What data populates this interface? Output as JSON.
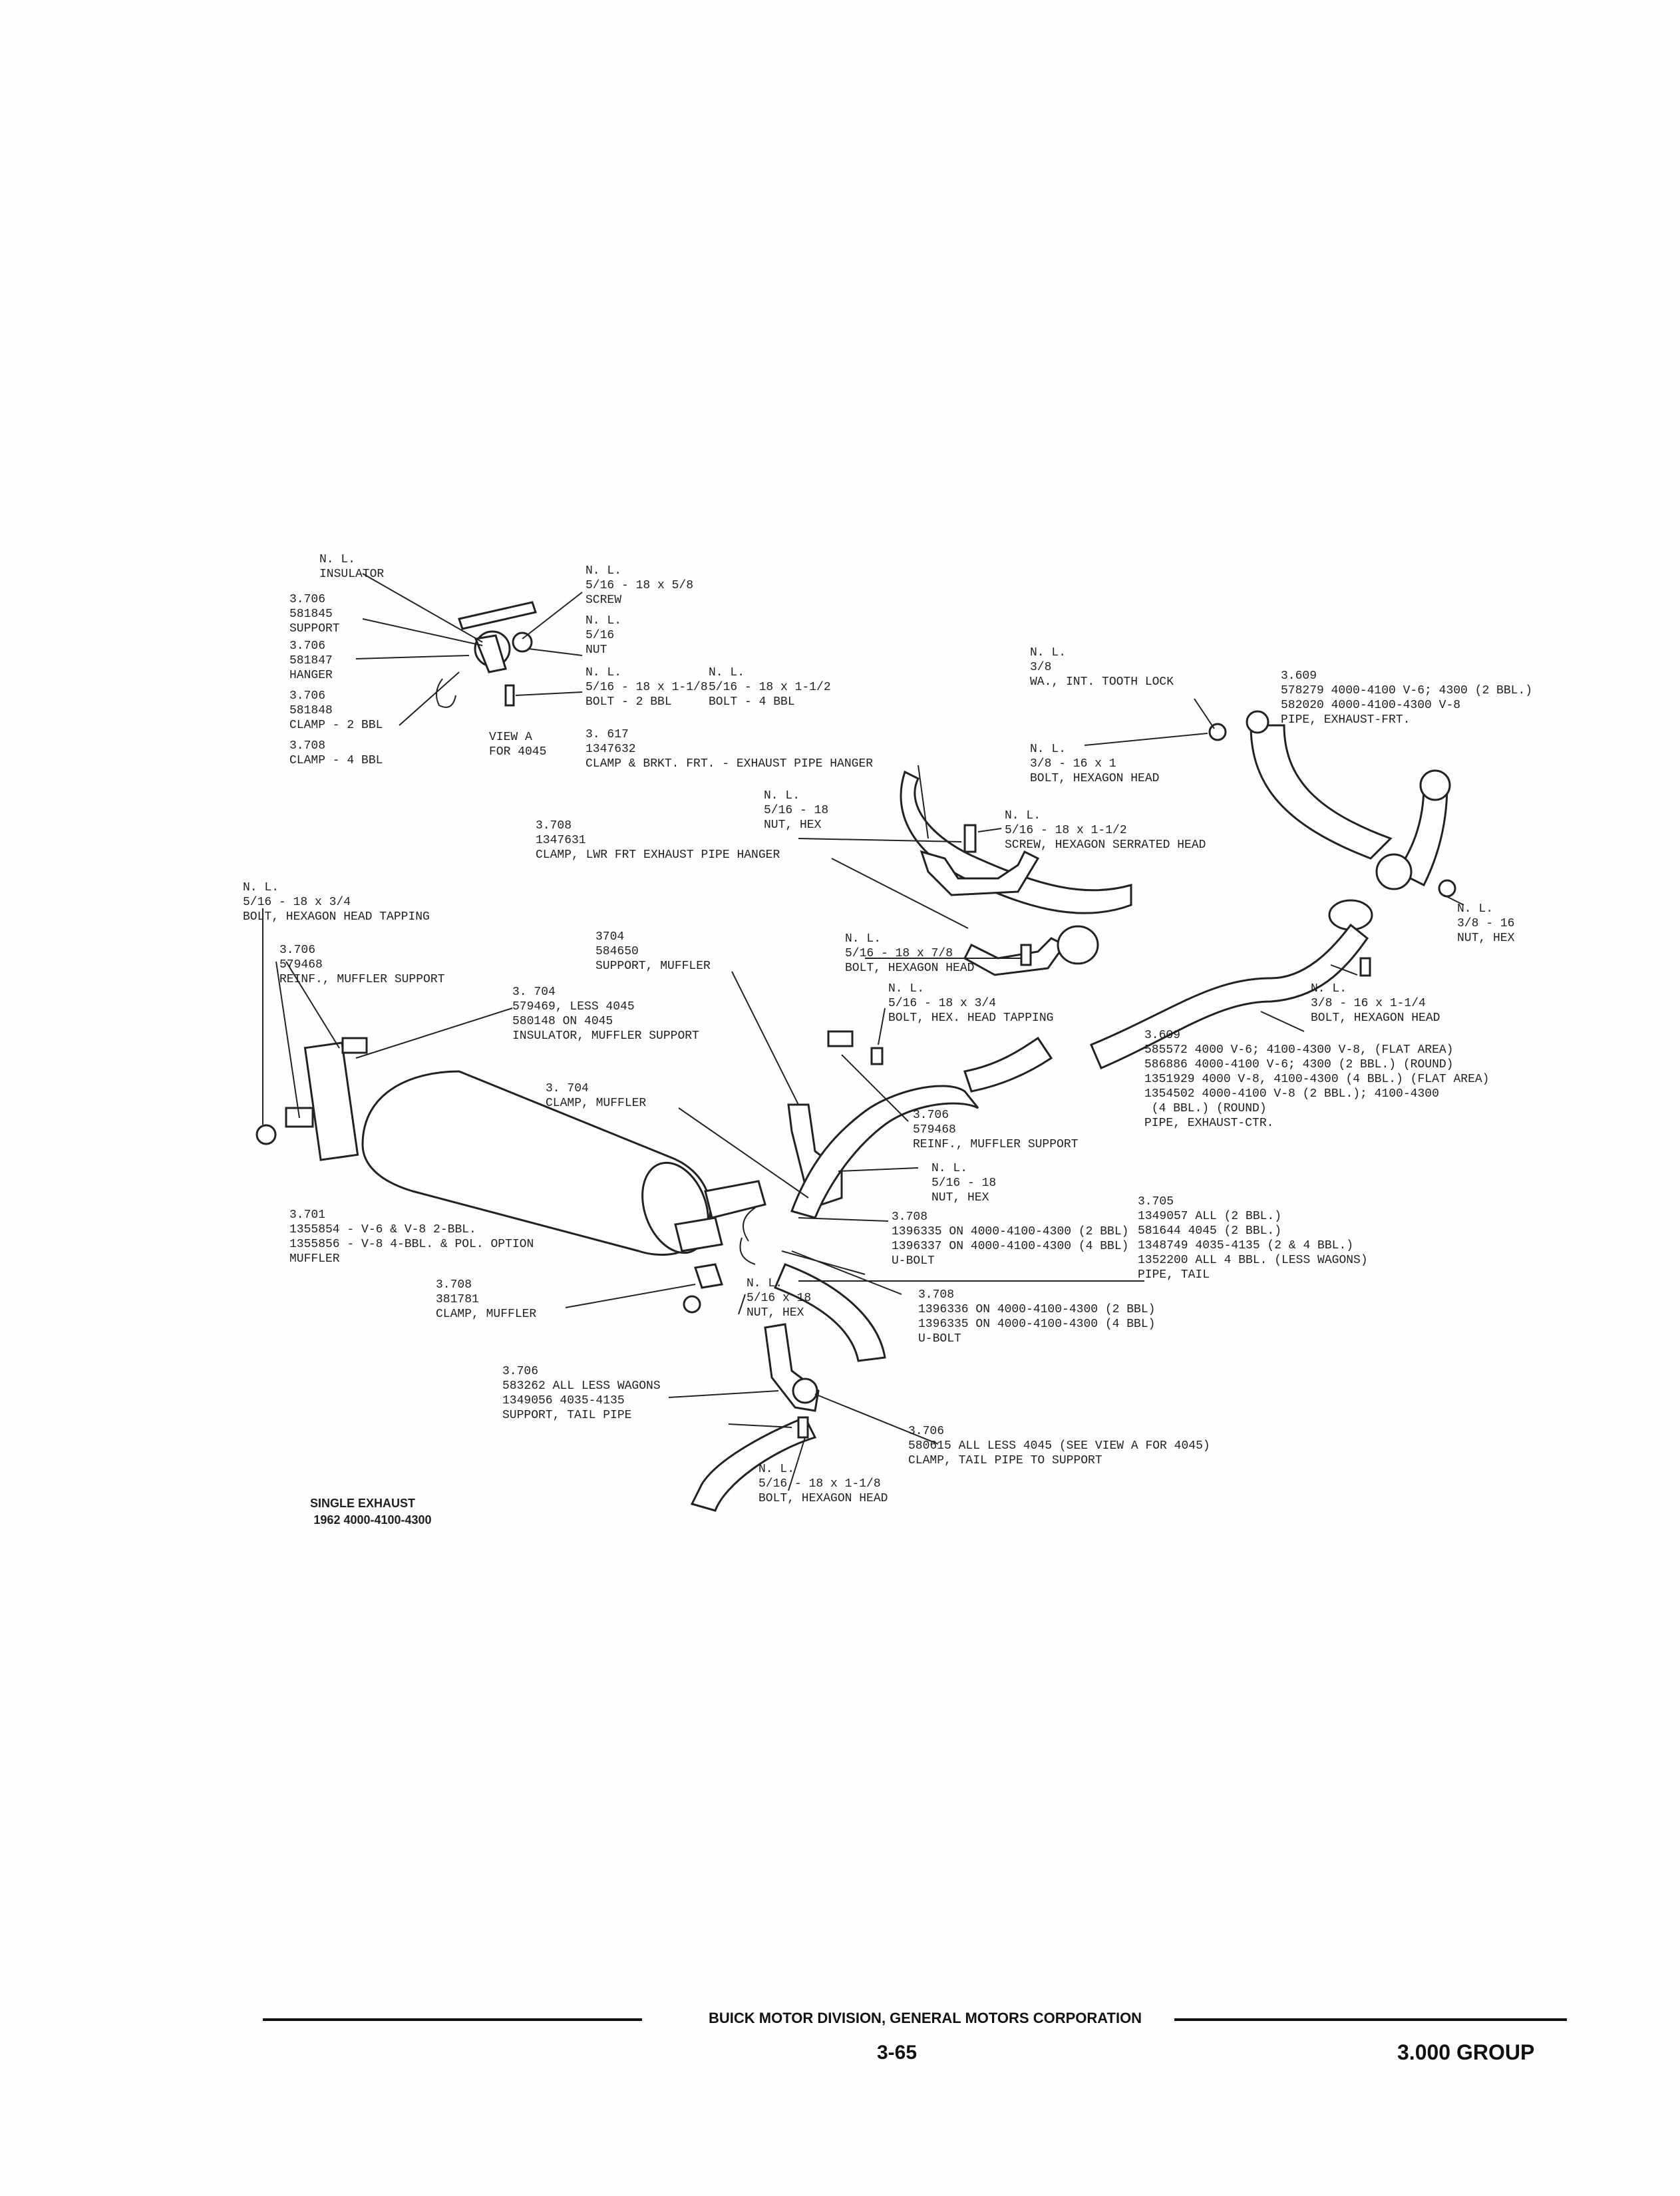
{
  "labels": [
    {
      "id": "insulator-nl",
      "lines": [
        "N. L.",
        "INSULATOR"
      ]
    },
    {
      "id": "support-3706",
      "lines": [
        "3.706",
        "581845",
        "SUPPORT"
      ]
    },
    {
      "id": "hanger-3706",
      "lines": [
        "3.706",
        "581847",
        "HANGER"
      ]
    },
    {
      "id": "clamp2bbl-3706",
      "lines": [
        "3.706",
        "581848",
        "CLAMP - 2 BBL"
      ]
    },
    {
      "id": "clamp4bbl-3708",
      "lines": [
        "3.708",
        "",
        "CLAMP - 4 BBL"
      ]
    },
    {
      "id": "screw-nl",
      "lines": [
        "N. L.",
        "5/16 - 18 x 5/8",
        "SCREW"
      ]
    },
    {
      "id": "nut516-nl",
      "lines": [
        "N. L.",
        "5/16",
        "NUT"
      ]
    },
    {
      "id": "bolt2bbl-nl",
      "lines": [
        "N. L.",
        "5/16 - 18 x 1-1/8",
        "BOLT - 2 BBL"
      ]
    },
    {
      "id": "bolt4bbl-nl",
      "lines": [
        "N. L.",
        "5/16 - 18 x 1-1/2",
        "BOLT - 4 BBL"
      ]
    },
    {
      "id": "viewa",
      "lines": [
        "VIEW A",
        "FOR 4045"
      ]
    },
    {
      "id": "clampbrkt-3617",
      "lines": [
        "3. 617",
        "1347632",
        "CLAMP & BRKT. FRT. - EXHAUST PIPE HANGER"
      ]
    },
    {
      "id": "washer-nl",
      "lines": [
        "N. L.",
        "3/8",
        "WA., INT. TOOTH LOCK"
      ]
    },
    {
      "id": "pipefrt-3609",
      "lines": [
        "3.609",
        "578279   4000-4100 V-6; 4300 (2 BBL.)",
        "582020   4000-4100-4300 V-8",
        "PIPE, EXHAUST-FRT."
      ]
    },
    {
      "id": "bolt38-nl",
      "lines": [
        "N. L.",
        "3/8 - 16 x 1",
        "BOLT, HEXAGON HEAD"
      ]
    },
    {
      "id": "nuthex-nl",
      "lines": [
        "N. L.",
        "5/16 - 18",
        "NUT, HEX"
      ]
    },
    {
      "id": "screwserr-nl",
      "lines": [
        "N. L.",
        "5/16 - 18 x 1-1/2",
        "SCREW, HEXAGON SERRATED HEAD"
      ]
    },
    {
      "id": "clamplwr-3708",
      "lines": [
        "3.708",
        "1347631",
        "CLAMP, LWR FRT EXHAUST PIPE HANGER"
      ]
    },
    {
      "id": "bolttap-nl",
      "lines": [
        "N. L.",
        "5/16 - 18 x 3/4",
        "BOLT, HEXAGON HEAD TAPPING"
      ]
    },
    {
      "id": "reinf-3706",
      "lines": [
        "3.706",
        "579468",
        "REINF., MUFFLER SUPPORT"
      ]
    },
    {
      "id": "insulator-3704",
      "lines": [
        "3. 704",
        "579469, LESS 4045",
        "580148 ON 4045",
        "INSULATOR, MUFFLER SUPPORT"
      ]
    },
    {
      "id": "supmuf-3704",
      "lines": [
        "3704",
        "584650",
        "SUPPORT, MUFFLER"
      ]
    },
    {
      "id": "bolt78-nl",
      "lines": [
        "N. L.",
        "5/16 - 18 x 7/8",
        "BOLT, HEXAGON HEAD"
      ]
    },
    {
      "id": "bolthextap-nl",
      "lines": [
        "N. L.",
        "5/16 - 18 x 3/4",
        "BOLT, HEX. HEAD TAPPING"
      ]
    },
    {
      "id": "nut38-nl",
      "lines": [
        "N. L.",
        "3/8 - 16",
        "NUT, HEX"
      ]
    },
    {
      "id": "bolt114-nl",
      "lines": [
        "N. L.",
        "3/8 - 16 x 1-1/4",
        "BOLT, HEXAGON HEAD"
      ]
    },
    {
      "id": "pipectr-3609",
      "lines": [
        "3.609",
        "585572   4000 V-6; 4100-4300 V-8, (FLAT AREA)",
        "586886   4000-4100 V-6; 4300 (2 BBL.) (ROUND)",
        "1351929  4000 V-8, 4100-4300 (4 BBL.) (FLAT AREA)",
        "1354502  4000-4100 V-8 (2 BBL.); 4100-4300",
        "         (4 BBL.) (ROUND)",
        "PIPE, EXHAUST-CTR."
      ]
    },
    {
      "id": "clampmuf-3704",
      "lines": [
        "3. 704",
        "CLAMP, MUFFLER"
      ]
    },
    {
      "id": "reinf2-3706",
      "lines": [
        "3.706",
        "579468",
        "REINF., MUFFLER SUPPORT"
      ]
    },
    {
      "id": "nuthex2-nl",
      "lines": [
        "N. L.",
        "5/16 - 18",
        "NUT, HEX"
      ]
    },
    {
      "id": "ubolt-3708",
      "lines": [
        "3.708",
        "1396335 ON 4000-4100-4300 (2 BBL)",
        "1396337 ON 4000-4100-4300 (4 BBL)",
        "U-BOLT"
      ]
    },
    {
      "id": "pipetail-3705",
      "lines": [
        "3.705",
        "1349057   ALL (2 BBL.)",
        "581644    4045 (2 BBL.)",
        "1348749   4035-4135 (2 & 4 BBL.)",
        "1352200   ALL 4 BBL. (LESS WAGONS)",
        "PIPE, TAIL"
      ]
    },
    {
      "id": "muffler-3701",
      "lines": [
        "3.701",
        "1355854 - V-6 & V-8 2-BBL.",
        "1355856 - V-8 4-BBL. & POL. OPTION",
        "MUFFLER"
      ]
    },
    {
      "id": "clampmuf-3708",
      "lines": [
        "3.708",
        "381781",
        "CLAMP, MUFFLER"
      ]
    },
    {
      "id": "nuthex3-nl",
      "lines": [
        "N. L.",
        "5/16 x 18",
        "NUT, HEX"
      ]
    },
    {
      "id": "ubolt2-3708",
      "lines": [
        "3.708",
        "1396336 ON 4000-4100-4300 (2 BBL)",
        "1396335 ON 4000-4100-4300 (4 BBL)",
        "U-BOLT"
      ]
    },
    {
      "id": "suptail-3706",
      "lines": [
        "3.706",
        "583262   ALL LESS WAGONS",
        "1349056  4035-4135",
        "SUPPORT, TAIL PIPE"
      ]
    },
    {
      "id": "clamptail-3706",
      "lines": [
        "3.706",
        "580615   ALL LESS 4045 (SEE VIEW A FOR 4045)",
        "CLAMP, TAIL PIPE TO SUPPORT"
      ]
    },
    {
      "id": "bolt118-nl",
      "lines": [
        "N. L.",
        "5/16 - 18 x 1-1/8",
        "BOLT, HEXAGON HEAD"
      ]
    }
  ],
  "caption": {
    "line1": "SINGLE EXHAUST",
    "line2": "1962 4000-4100-4300"
  },
  "footer": {
    "company": "BUICK MOTOR DIVISION, GENERAL MOTORS CORPORATION",
    "page": "3-65",
    "group": "3.000 GROUP"
  }
}
